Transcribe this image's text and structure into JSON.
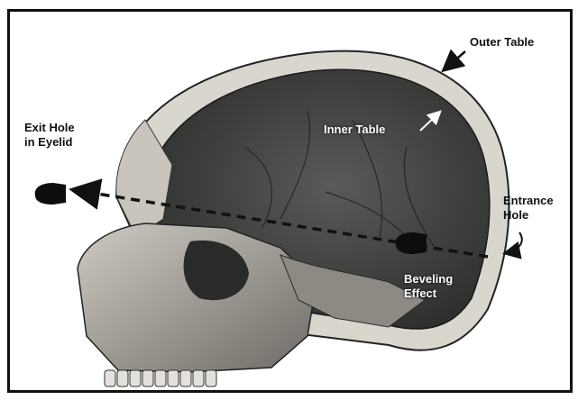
{
  "figure": {
    "labels": {
      "outer_table": "Outer Table",
      "inner_table": "Inner Table",
      "exit_hole": "Exit Hole\nin Eyelid",
      "entrance_hole": "Entrance\nHole",
      "beveling": "Beveling\nEffect"
    },
    "colors": {
      "ink": "#111111",
      "bone_light": "#d9d6ce",
      "bone_mid": "#9c9890",
      "cranial_cavity": "#4a4a4a",
      "label_light": "#ffffff"
    }
  }
}
